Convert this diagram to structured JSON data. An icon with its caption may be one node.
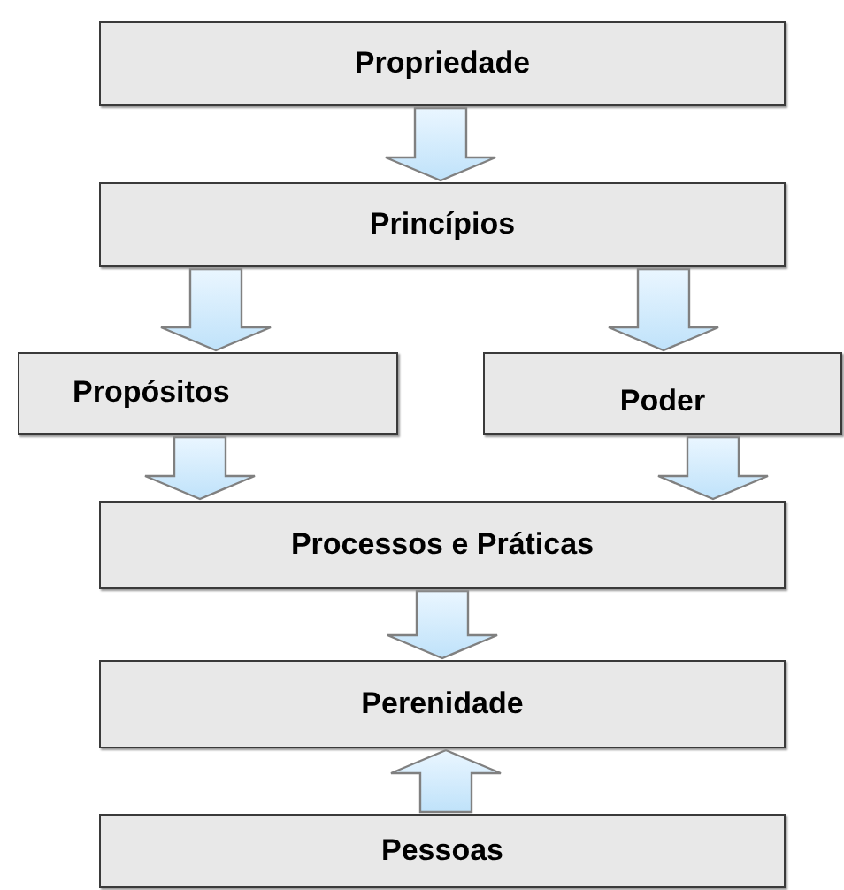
{
  "diagram": {
    "nodes": [
      {
        "text": [
          "Propriedade"
        ]
      },
      {
        "text": [
          "Princípios"
        ]
      },
      {
        "text": [
          "Propósitos"
        ]
      },
      {
        "text": [
          "Poder"
        ]
      },
      {
        "text": [
          "Processos e Práticas"
        ]
      },
      {
        "text": [
          "Perenidade"
        ]
      },
      {
        "text": [
          "Pessoas"
        ]
      }
    ],
    "edges": [
      {
        "from": 0,
        "to": 1,
        "arrow": "to"
      },
      {
        "from": 1,
        "to": 2,
        "arrow": "to"
      },
      {
        "from": 1,
        "to": 3,
        "arrow": "to"
      },
      {
        "from": 2,
        "to": 4,
        "arrow": "to"
      },
      {
        "from": 3,
        "to": 4,
        "arrow": "to"
      },
      {
        "from": 4,
        "to": 5,
        "arrow": "to"
      },
      {
        "from": 6,
        "to": 5,
        "arrow": "to"
      }
    ]
  }
}
